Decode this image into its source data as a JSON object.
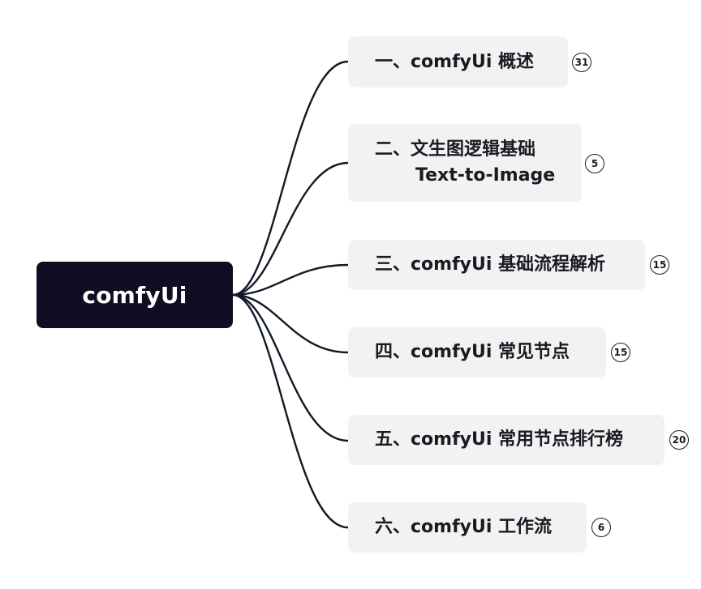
{
  "root": {
    "label": "comfyUi"
  },
  "branches": [
    {
      "label": "一、comfyUi 概述",
      "count": "31"
    },
    {
      "label_line1": "二、文生图逻辑基础",
      "label_line2": "Text-to-Image",
      "count": "5"
    },
    {
      "label": "三、comfyUi 基础流程解析",
      "count": "15"
    },
    {
      "label": "四、comfyUi 常见节点",
      "count": "15"
    },
    {
      "label": "五、comfyUi 常用节点排行榜",
      "count": "20"
    },
    {
      "label": "六、comfyUi 工作流",
      "count": "6"
    }
  ],
  "colors": {
    "root_bg": "#0f0d22",
    "node_bg": "#f2f2f2",
    "connector": "#111827",
    "text": "#1a1a24"
  }
}
